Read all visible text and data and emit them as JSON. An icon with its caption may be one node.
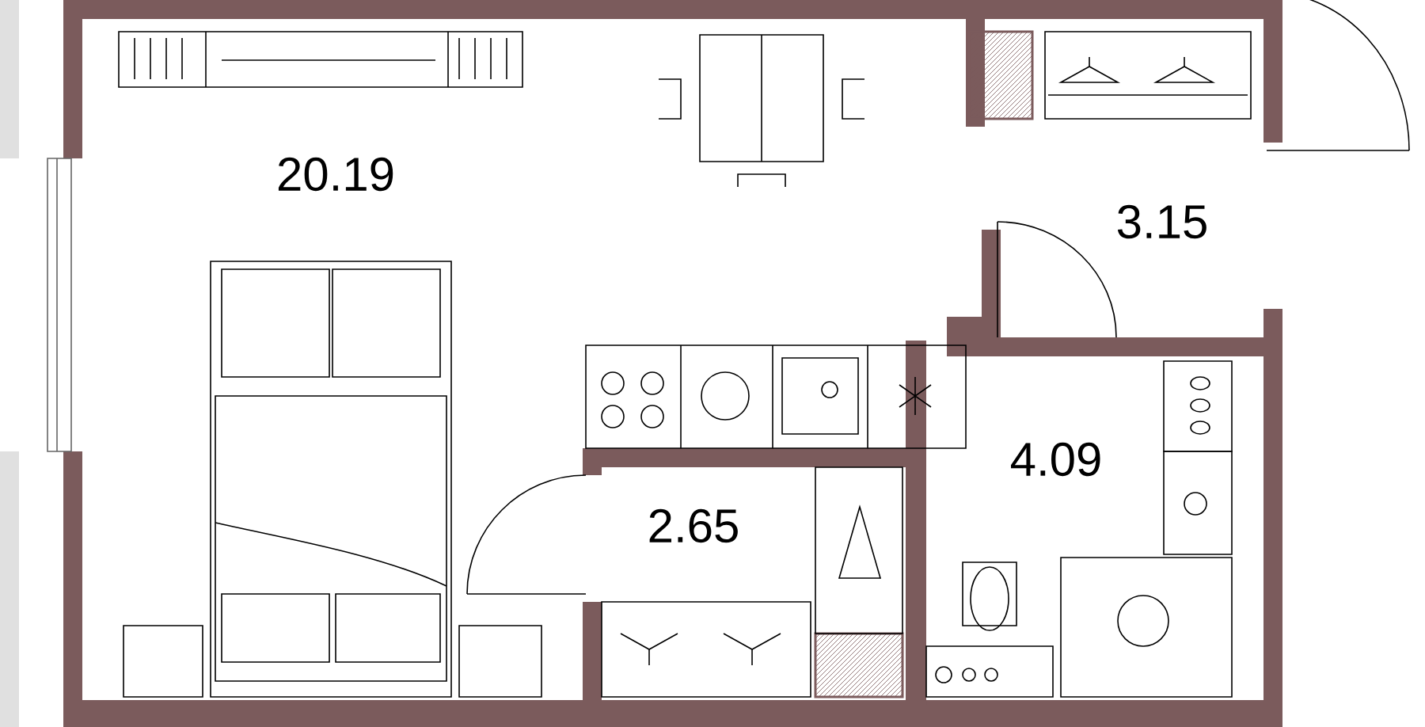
{
  "diagram": {
    "labels": [
      "20.19",
      "3.15",
      "4.09",
      "2.65"
    ]
  }
}
